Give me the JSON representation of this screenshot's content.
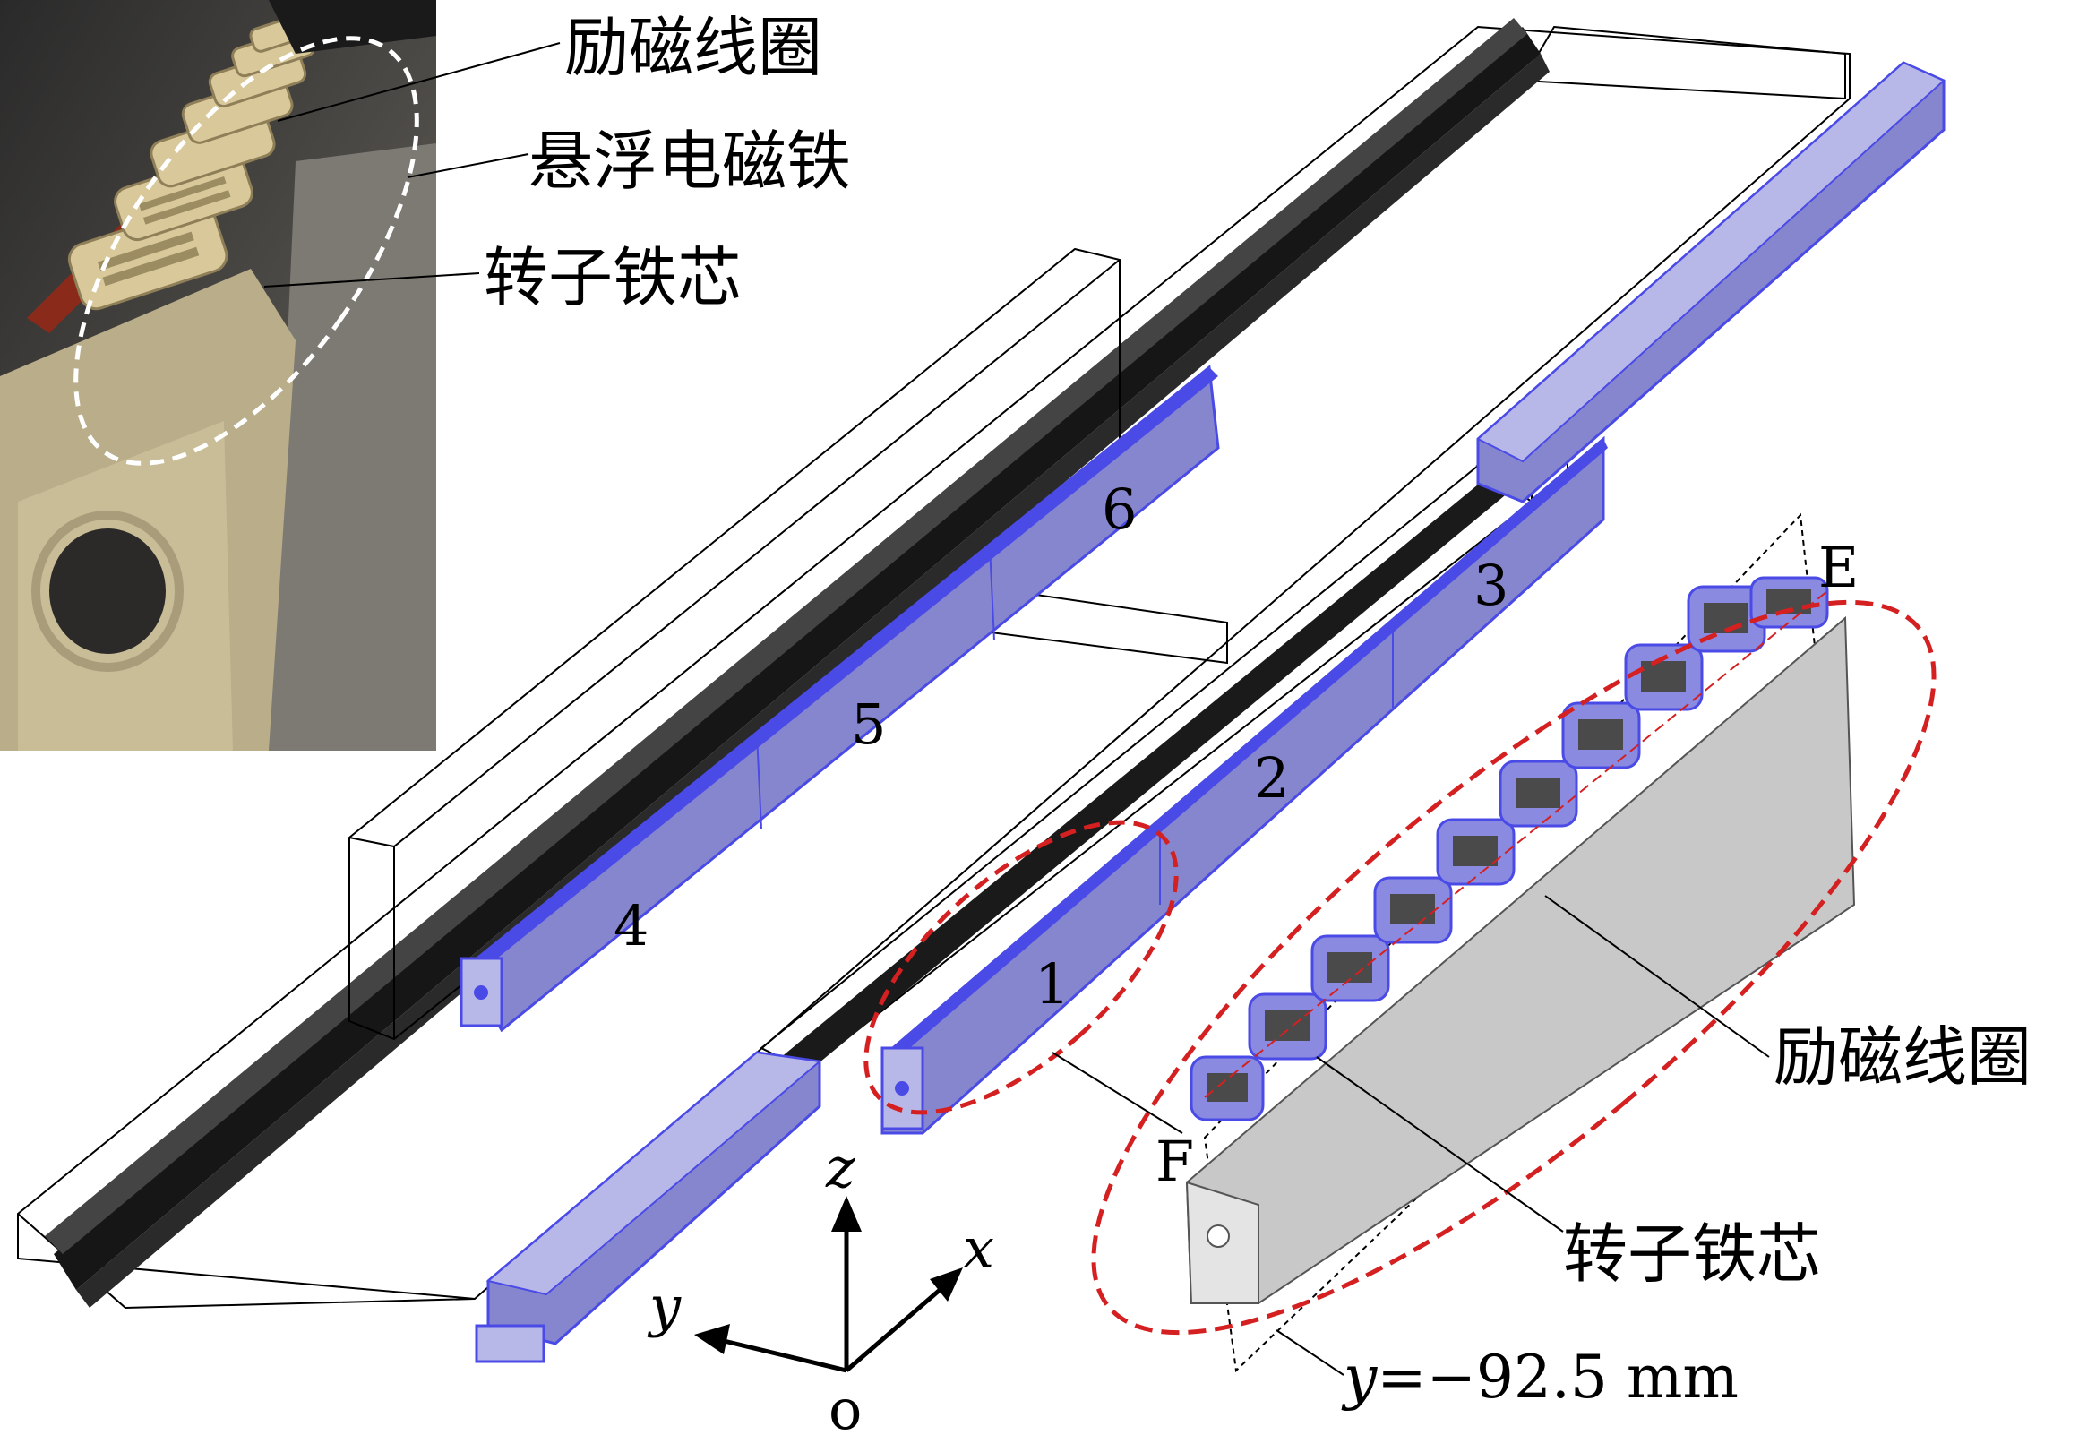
{
  "photo_labels": {
    "excitation_coil": "励磁线圈",
    "levitation_magnet": "悬浮电磁铁",
    "rotor_core": "转子铁芯"
  },
  "magnet_numbers": [
    "1",
    "2",
    "3",
    "4",
    "5",
    "6"
  ],
  "axes": {
    "z": "z",
    "x": "x",
    "y": "y",
    "origin": "o"
  },
  "detail_labels": {
    "point_e": "E",
    "point_f": "F",
    "excitation_coil": "励磁线圈",
    "rotor_core": "转子铁芯",
    "y_prefix": "y",
    "y_value": "=−92.5 mm"
  },
  "colors": {
    "magnet_blue": "#4a4ae6",
    "magnet_fill": "#8686cf",
    "rail_black": "#111111",
    "highlight_red": "#d42020",
    "core_gray": "#c8c8c8",
    "photo_bg": "#3a3a38",
    "coil_beige": "#d8c89a"
  }
}
